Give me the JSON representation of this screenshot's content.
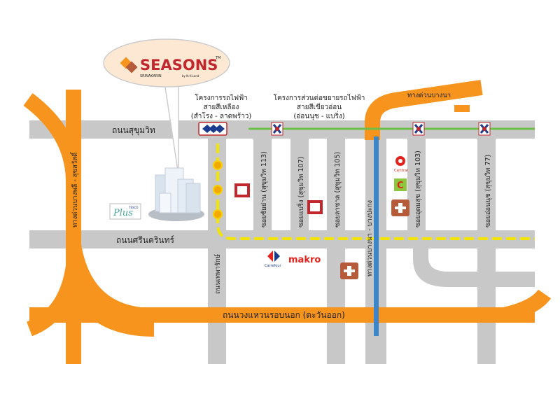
{
  "project": {
    "logo_main": "SEASONS",
    "logo_sub": "SRINAKARIN",
    "logo_by": "by N.H.Land",
    "logo_tm": "TM"
  },
  "roads": {
    "sukhumvit": "ถนนสุขุมวิท",
    "srinakarin": "ถนนศรีนครินทร์",
    "outer_ring": "ถนนวงแหวนรอบนอก (ตะวันออก)",
    "bangna_expressway": "ทางด่วนบางนา",
    "bangphli_suksawat": "ทางด่วนบางพลี - สุขสวัสดิ์",
    "bangna_bangpakong": "ทางด่วนบางนา - บางปะกง",
    "thepharak": "ถนนเทพารักษ์",
    "soi_chai_ya": "ซอยชัยย่าน (สุขุมวิท 113)",
    "soi_baring": "ซอยแบริ่ง (สุขุมวิท 107)",
    "soi_lasalle": "ซอยลาซาล (สุขุมวิท 105)",
    "soi_udomsuk": "ซอยอุดมสุข (สุขุมวิท 103)",
    "soi_onnut": "ซอยอ่อนนุช (สุขุมวิท 77)"
  },
  "transit": {
    "yellow_line_title": "โครงการรถไฟฟ้า",
    "yellow_line_name": "สายสีเหลือง",
    "yellow_line_route": "(สำโรง - ลาดพร้าว)",
    "green_ext_title": "โครงการส่วนต่อขยายรถไฟฟ้า",
    "green_ext_name": "สายสีเขียวอ่อน",
    "green_ext_route": "(อ่อนนุช - แบริ่ง)"
  },
  "landmarks": {
    "central_label": "Central",
    "big_c_label": "C",
    "carrefour_label": "Carrefour",
    "makro_label": "makro",
    "tesco_plus": "Plus",
    "tesco_small": "TESCO"
  },
  "colors": {
    "road_gray": "#c8c8c8",
    "expressway_orange": "#f7941d",
    "yellow_line": "#f2e600",
    "green_line": "#6cc04a",
    "blue_line": "#3a86c8",
    "brand_red": "#c1272d",
    "marker_brown": "#b65b3a"
  },
  "icons": [
    "bts-station-icon",
    "building-icon",
    "hospital-icon",
    "school-icon",
    "central-logo-icon",
    "big-c-logo-icon",
    "carrefour-logo-icon"
  ]
}
